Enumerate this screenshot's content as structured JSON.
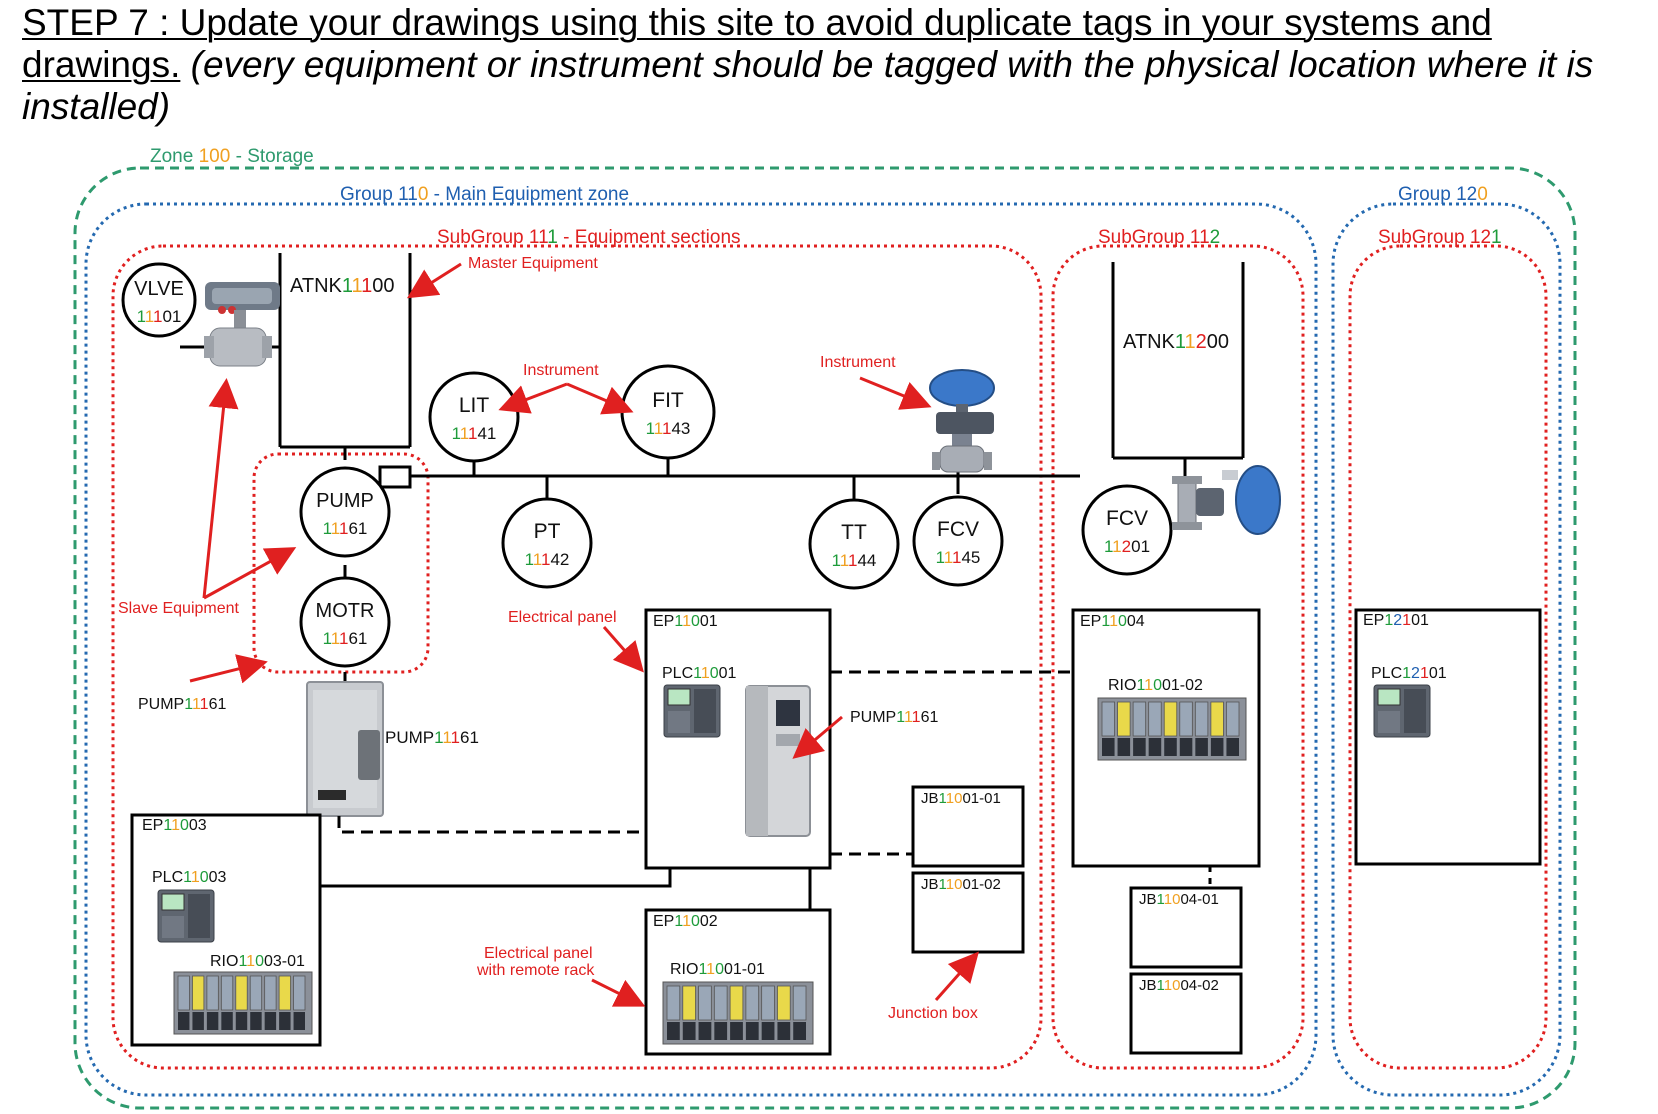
{
  "heading": {
    "underlined": "STEP 7 : Update your drawings using this site to avoid duplicate tags in your systems and drawings.",
    "italic": "(every equipment or instrument should be tagged with the physical location where it is installed)"
  },
  "colors": {
    "zone": "#2e9a6e",
    "group": "#2469b0",
    "subgroup": "#e02020",
    "annotation": "#e02020",
    "digit_zone": "#1e9b3a",
    "digit_group": "#f0a020",
    "digit_subgroup": "#e02020",
    "digit_group_blue": "#1f5fb0"
  },
  "boundaries": {
    "zone": [
      {
        "t": "Zone ",
        "c": "zone"
      },
      {
        "t": "1",
        "c": "o"
      },
      {
        "t": "00",
        "c": "o"
      },
      {
        "t": " - Storage",
        "c": "zone"
      }
    ],
    "group110": [
      {
        "t": "Group ",
        "c": "b"
      },
      {
        "t": "11",
        "c": "b"
      },
      {
        "t": "0",
        "c": "o"
      },
      {
        "t": " - Main Equipment zone",
        "c": "b"
      }
    ],
    "group120": [
      {
        "t": "Group ",
        "c": "b"
      },
      {
        "t": "12",
        "c": "b"
      },
      {
        "t": "0",
        "c": "o"
      }
    ],
    "subgroup111": [
      {
        "t": "SubGroup ",
        "c": "r"
      },
      {
        "t": "11",
        "c": "r"
      },
      {
        "t": "1",
        "c": "g"
      },
      {
        "t": " - Equipment sections",
        "c": "r"
      }
    ],
    "subgroup112": [
      {
        "t": "SubGroup ",
        "c": "r"
      },
      {
        "t": "11",
        "c": "r"
      },
      {
        "t": "2",
        "c": "g"
      }
    ],
    "subgroup121": [
      {
        "t": "SubGroup ",
        "c": "r"
      },
      {
        "t": "12",
        "c": "r"
      },
      {
        "t": "1",
        "c": "g"
      }
    ]
  },
  "tanks": {
    "atnk111": [
      {
        "t": "ATNK",
        "c": "k"
      },
      {
        "t": "1",
        "c": "g"
      },
      {
        "t": "1",
        "c": "o"
      },
      {
        "t": "1",
        "c": "r"
      },
      {
        "t": "00",
        "c": "k"
      }
    ],
    "atnk112": [
      {
        "t": "ATNK",
        "c": "k"
      },
      {
        "t": "1",
        "c": "g"
      },
      {
        "t": "1",
        "c": "o"
      },
      {
        "t": "2",
        "c": "r"
      },
      {
        "t": "00",
        "c": "k"
      }
    ]
  },
  "instruments": [
    {
      "id": "vlve",
      "top": "VLVE",
      "num": [
        {
          "t": "1",
          "c": "g"
        },
        {
          "t": "1",
          "c": "o"
        },
        {
          "t": "1",
          "c": "r"
        },
        {
          "t": "01",
          "c": "k"
        }
      ]
    },
    {
      "id": "lit",
      "top": "LIT",
      "num": [
        {
          "t": "1",
          "c": "g"
        },
        {
          "t": "1",
          "c": "o"
        },
        {
          "t": "1",
          "c": "r"
        },
        {
          "t": "41",
          "c": "k"
        }
      ]
    },
    {
      "id": "fit",
      "top": "FIT",
      "num": [
        {
          "t": "1",
          "c": "g"
        },
        {
          "t": "1",
          "c": "o"
        },
        {
          "t": "1",
          "c": "r"
        },
        {
          "t": "43",
          "c": "k"
        }
      ]
    },
    {
      "id": "pump",
      "top": "PUMP",
      "num": [
        {
          "t": "1",
          "c": "g"
        },
        {
          "t": "1",
          "c": "o"
        },
        {
          "t": "1",
          "c": "r"
        },
        {
          "t": "61",
          "c": "k"
        }
      ]
    },
    {
      "id": "motr",
      "top": "MOTR",
      "num": [
        {
          "t": "1",
          "c": "g"
        },
        {
          "t": "1",
          "c": "o"
        },
        {
          "t": "1",
          "c": "r"
        },
        {
          "t": "61",
          "c": "k"
        }
      ]
    },
    {
      "id": "pt",
      "top": "PT",
      "num": [
        {
          "t": "1",
          "c": "g"
        },
        {
          "t": "1",
          "c": "o"
        },
        {
          "t": "1",
          "c": "r"
        },
        {
          "t": "42",
          "c": "k"
        }
      ]
    },
    {
      "id": "tt",
      "top": "TT",
      "num": [
        {
          "t": "1",
          "c": "g"
        },
        {
          "t": "1",
          "c": "o"
        },
        {
          "t": "1",
          "c": "r"
        },
        {
          "t": "44",
          "c": "k"
        }
      ]
    },
    {
      "id": "fcv1",
      "top": "FCV",
      "num": [
        {
          "t": "1",
          "c": "g"
        },
        {
          "t": "1",
          "c": "o"
        },
        {
          "t": "1",
          "c": "r"
        },
        {
          "t": "45",
          "c": "k"
        }
      ]
    },
    {
      "id": "fcv2",
      "top": "FCV",
      "num": [
        {
          "t": "1",
          "c": "g"
        },
        {
          "t": "1",
          "c": "o"
        },
        {
          "t": "2",
          "c": "r"
        },
        {
          "t": "01",
          "c": "k"
        }
      ]
    }
  ],
  "panels": {
    "ep11001": [
      {
        "t": "EP",
        "c": "k"
      },
      {
        "t": "1",
        "c": "g"
      },
      {
        "t": "1",
        "c": "o"
      },
      {
        "t": "0",
        "c": "g"
      },
      {
        "t": "01",
        "c": "k"
      }
    ],
    "plc11001": [
      {
        "t": "PLC",
        "c": "k"
      },
      {
        "t": "1",
        "c": "g"
      },
      {
        "t": "1",
        "c": "o"
      },
      {
        "t": "0",
        "c": "g"
      },
      {
        "t": "01",
        "c": "k"
      }
    ],
    "ep11002": [
      {
        "t": "EP",
        "c": "k"
      },
      {
        "t": "1",
        "c": "g"
      },
      {
        "t": "1",
        "c": "o"
      },
      {
        "t": "0",
        "c": "g"
      },
      {
        "t": "02",
        "c": "k"
      }
    ],
    "rio11001_01": [
      {
        "t": "RIO",
        "c": "k"
      },
      {
        "t": "1",
        "c": "g"
      },
      {
        "t": "1",
        "c": "o"
      },
      {
        "t": "0",
        "c": "g"
      },
      {
        "t": "01-01",
        "c": "k"
      }
    ],
    "ep11003": [
      {
        "t": "EP",
        "c": "k"
      },
      {
        "t": "1",
        "c": "g"
      },
      {
        "t": "1",
        "c": "o"
      },
      {
        "t": "0",
        "c": "g"
      },
      {
        "t": "03",
        "c": "k"
      }
    ],
    "plc11003": [
      {
        "t": "PLC",
        "c": "k"
      },
      {
        "t": "1",
        "c": "g"
      },
      {
        "t": "1",
        "c": "o"
      },
      {
        "t": "0",
        "c": "g"
      },
      {
        "t": "03",
        "c": "k"
      }
    ],
    "rio11003_01": [
      {
        "t": "RIO",
        "c": "k"
      },
      {
        "t": "1",
        "c": "g"
      },
      {
        "t": "1",
        "c": "o"
      },
      {
        "t": "0",
        "c": "g"
      },
      {
        "t": "03-01",
        "c": "k"
      }
    ],
    "ep11004": [
      {
        "t": "EP",
        "c": "k"
      },
      {
        "t": "1",
        "c": "g"
      },
      {
        "t": "1",
        "c": "o"
      },
      {
        "t": "0",
        "c": "g"
      },
      {
        "t": "04",
        "c": "k"
      }
    ],
    "rio11001_02": [
      {
        "t": "RIO",
        "c": "k"
      },
      {
        "t": "1",
        "c": "g"
      },
      {
        "t": "1",
        "c": "o"
      },
      {
        "t": "0",
        "c": "g"
      },
      {
        "t": "01-02",
        "c": "k"
      }
    ],
    "ep12101": [
      {
        "t": "EP",
        "c": "k"
      },
      {
        "t": "1",
        "c": "g"
      },
      {
        "t": "2",
        "c": "b"
      },
      {
        "t": "1",
        "c": "r"
      },
      {
        "t": "01",
        "c": "k"
      }
    ],
    "plc12101": [
      {
        "t": "PLC",
        "c": "k"
      },
      {
        "t": "1",
        "c": "g"
      },
      {
        "t": "2",
        "c": "b"
      },
      {
        "t": "1",
        "c": "r"
      },
      {
        "t": "01",
        "c": "k"
      }
    ],
    "jb11001_01": [
      {
        "t": "JB",
        "c": "k"
      },
      {
        "t": "1",
        "c": "g"
      },
      {
        "t": "1",
        "c": "o"
      },
      {
        "t": "0",
        "c": "o"
      },
      {
        "t": "01-01",
        "c": "k"
      }
    ],
    "jb11001_02": [
      {
        "t": "JB",
        "c": "k"
      },
      {
        "t": "1",
        "c": "g"
      },
      {
        "t": "1",
        "c": "o"
      },
      {
        "t": "0",
        "c": "o"
      },
      {
        "t": "01-02",
        "c": "k"
      }
    ],
    "jb11004_01": [
      {
        "t": "JB",
        "c": "k"
      },
      {
        "t": "1",
        "c": "g"
      },
      {
        "t": "1",
        "c": "o"
      },
      {
        "t": "0",
        "c": "o"
      },
      {
        "t": "04-01",
        "c": "k"
      }
    ],
    "jb11004_02": [
      {
        "t": "JB",
        "c": "k"
      },
      {
        "t": "1",
        "c": "g"
      },
      {
        "t": "1",
        "c": "o"
      },
      {
        "t": "0",
        "c": "o"
      },
      {
        "t": "04-02",
        "c": "k"
      }
    ],
    "pump_left": [
      {
        "t": "PUMP",
        "c": "k"
      },
      {
        "t": "1",
        "c": "g"
      },
      {
        "t": "1",
        "c": "o"
      },
      {
        "t": "1",
        "c": "r"
      },
      {
        "t": "61",
        "c": "k"
      }
    ],
    "pump_starter": [
      {
        "t": "PUMP",
        "c": "k"
      },
      {
        "t": "1",
        "c": "g"
      },
      {
        "t": "1",
        "c": "o"
      },
      {
        "t": "1",
        "c": "r"
      },
      {
        "t": "61",
        "c": "k"
      }
    ],
    "pump_drive": [
      {
        "t": "PUMP",
        "c": "k"
      },
      {
        "t": "1",
        "c": "g"
      },
      {
        "t": "1",
        "c": "o"
      },
      {
        "t": "1",
        "c": "r"
      },
      {
        "t": "61",
        "c": "k"
      }
    ]
  },
  "annotations": {
    "master_equipment": "Master Equipment",
    "instrument_1": "Instrument",
    "instrument_2": "Instrument",
    "slave_equipment": "Slave Equipment",
    "electrical_panel": "Electrical panel",
    "electrical_panel_remote_1": "Electrical panel",
    "electrical_panel_remote_2": "with remote rack",
    "junction_box": "Junction box"
  }
}
